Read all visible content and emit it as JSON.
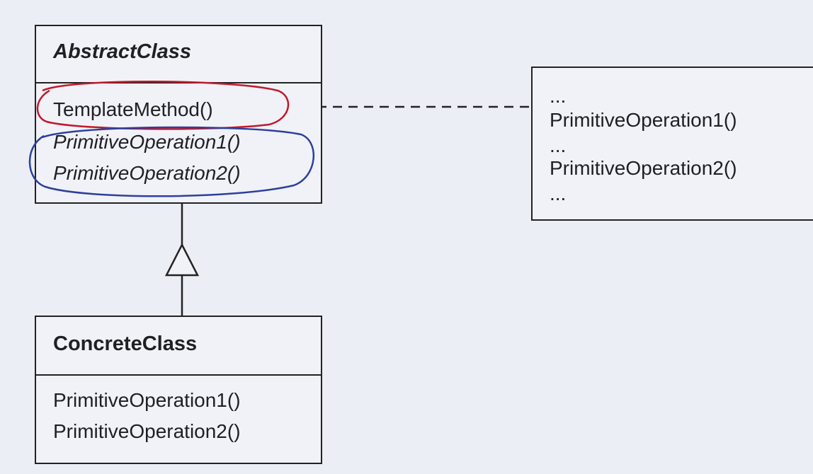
{
  "abstract_class": {
    "name": "AbstractClass",
    "template_method": "TemplateMethod()",
    "primitive_op_1": "PrimitiveOperation1()",
    "primitive_op_2": "PrimitiveOperation2()"
  },
  "concrete_class": {
    "name": "ConcreteClass",
    "primitive_op_1": "PrimitiveOperation1()",
    "primitive_op_2": "PrimitiveOperation2()"
  },
  "note": {
    "lines": [
      "...",
      "PrimitiveOperation1()",
      "...",
      "PrimitiveOperation2()",
      "..."
    ]
  },
  "annotations": {
    "template_method_circle_color": "#c2182b",
    "primitive_ops_circle_color": "#2c3f9e"
  }
}
